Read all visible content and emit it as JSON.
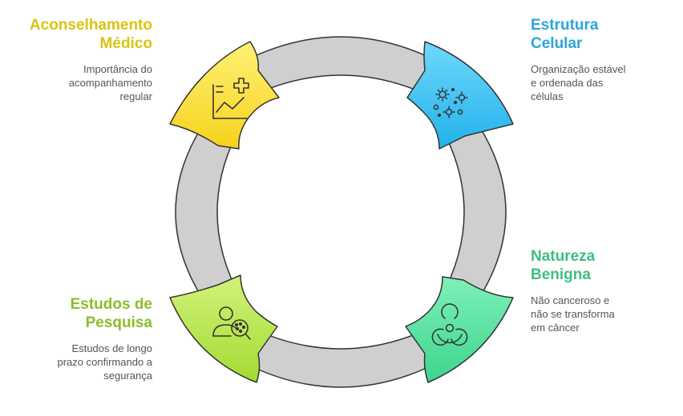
{
  "segments": [
    {
      "id": "aconselhamento",
      "title_line1": "Aconselhamento",
      "title_line2": "Médico",
      "desc_line1": "Importância do",
      "desc_line2": "acompanhamento",
      "desc_line3": "regular",
      "icon": "medical-chart-icon",
      "color": "#fde23a"
    },
    {
      "id": "estrutura",
      "title_line1": "Estrutura",
      "title_line2": "Celular",
      "desc_line1": "Organização estável",
      "desc_line2": "e ordenada das",
      "desc_line3": "células",
      "icon": "cells-icon",
      "color": "#3cc4f2"
    },
    {
      "id": "natureza",
      "title_line1": "Natureza",
      "title_line2": "Benigna",
      "desc_line1": "Não canceroso e",
      "desc_line2": "não se transforma",
      "desc_line3": "em câncer",
      "icon": "biohazard-icon",
      "color": "#5de6a3"
    },
    {
      "id": "estudos",
      "title_line1": "Estudos de",
      "title_line2": "Pesquisa",
      "desc_line1": "Estudos de longo",
      "desc_line2": "prazo confirmando a",
      "desc_line3": "segurança",
      "icon": "researcher-icon",
      "color": "#b6e647"
    }
  ],
  "ring_color": "#cfcfcf"
}
